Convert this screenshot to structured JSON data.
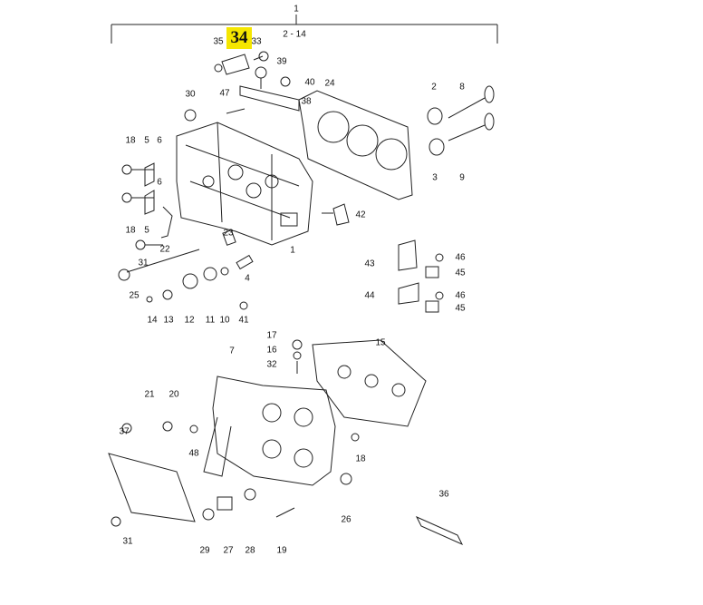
{
  "diagram": {
    "group_label": "1",
    "group_range": "2 - 14",
    "highlighted_part": "34",
    "highlight_color": "#f5e600",
    "part_labels": [
      "35",
      "33",
      "39",
      "40",
      "24",
      "2",
      "8",
      "30",
      "47",
      "38",
      "3",
      "9",
      "18",
      "5",
      "6",
      "6",
      "42",
      "18",
      "5",
      "22",
      "23",
      "1",
      "31",
      "4",
      "43",
      "46",
      "45",
      "44",
      "46",
      "45",
      "25",
      "14",
      "13",
      "12",
      "11",
      "10",
      "41",
      "17",
      "16",
      "32",
      "15",
      "7",
      "21",
      "20",
      "37",
      "48",
      "18",
      "36",
      "31",
      "29",
      "27",
      "28",
      "19",
      "26"
    ]
  }
}
